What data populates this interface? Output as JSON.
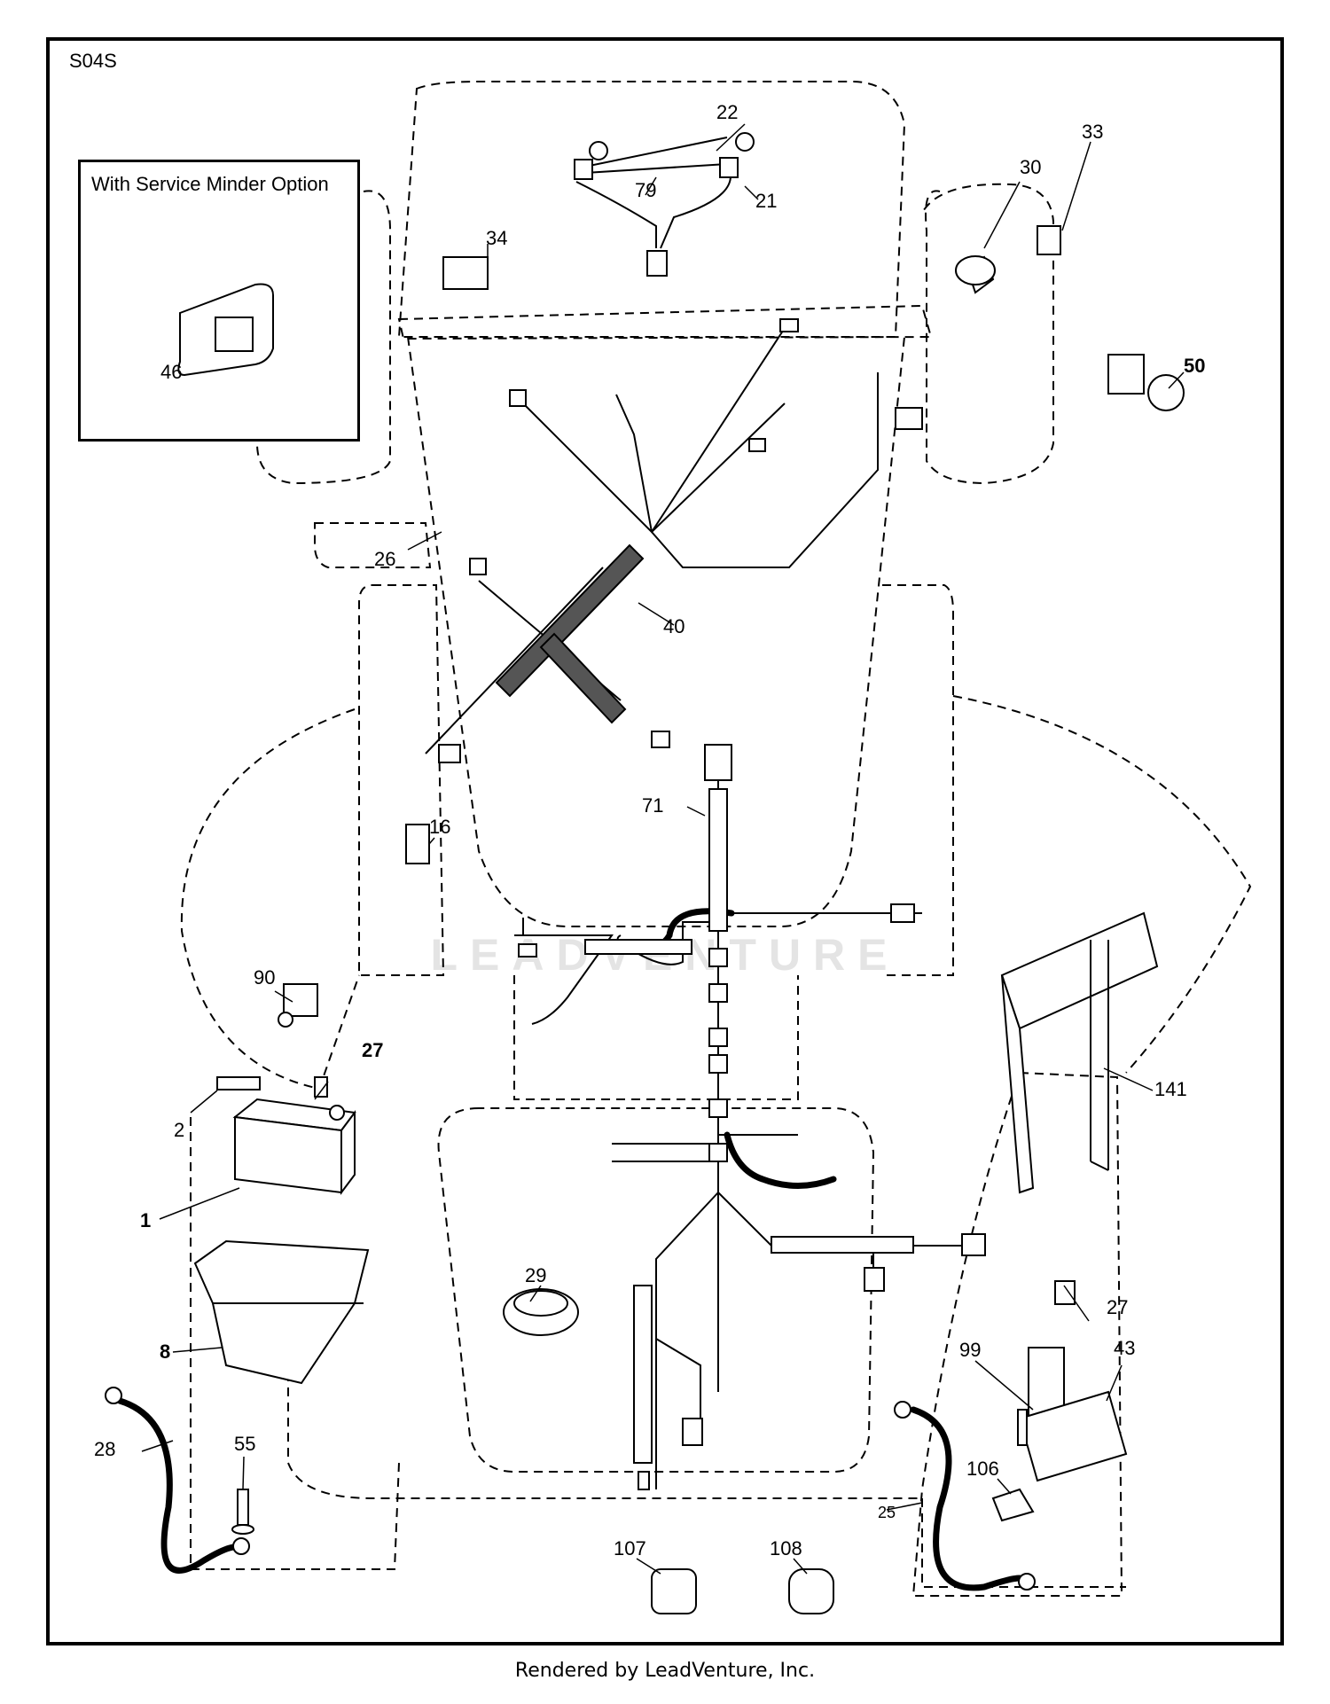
{
  "diagram_code": "S04S",
  "inset": {
    "title": "With Service Minder Option"
  },
  "watermark": "LEADVENTURE",
  "footer": "Rendered by LeadVenture, Inc.",
  "callouts": {
    "c22": "22",
    "c79": "79",
    "c21": "21",
    "c34": "34",
    "c30": "30",
    "c33": "33",
    "c50": "50",
    "c46": "46",
    "c26": "26",
    "c40": "40",
    "c71": "71",
    "c16": "16",
    "c90": "90",
    "c27a": "27",
    "c2": "2",
    "c1": "1",
    "c8": "8",
    "c29": "29",
    "c141": "141",
    "c27b": "27",
    "c43": "43",
    "c99": "99",
    "c28": "28",
    "c55": "55",
    "c106": "106",
    "c25": "25",
    "c107": "107",
    "c108": "108"
  }
}
